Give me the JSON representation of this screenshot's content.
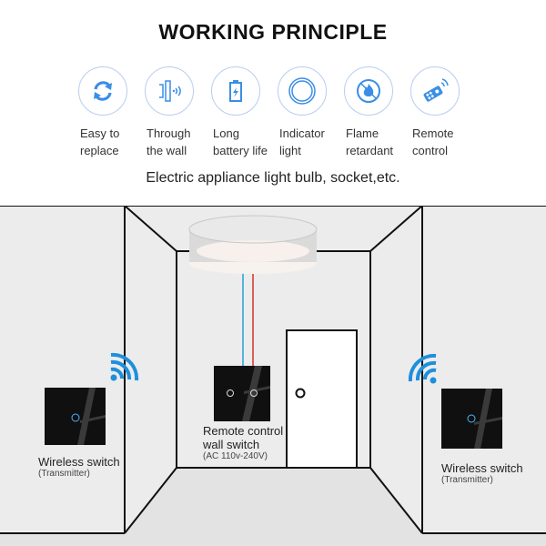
{
  "header": {
    "title": "WORKING  PRINCIPLE",
    "subtitle": "Electric appliance light bulb, socket,etc."
  },
  "features": [
    {
      "icon": "refresh-arrows-icon",
      "line1": "Easy to",
      "line2": "replace"
    },
    {
      "icon": "through-wall-signal-icon",
      "line1": "Through",
      "line2": "the wall"
    },
    {
      "icon": "battery-icon",
      "line1": "Long",
      "line2": "battery life"
    },
    {
      "icon": "indicator-ring-icon",
      "line1": "Indicator",
      "line2": "light"
    },
    {
      "icon": "no-flame-icon",
      "line1": "Flame",
      "line2": "retardant"
    },
    {
      "icon": "remote-control-icon",
      "line1": "Remote",
      "line2": "control"
    }
  ],
  "diagram": {
    "left_switch": {
      "label": "Wireless switch",
      "sublabel": "(Transmitter)"
    },
    "center_switch": {
      "label_line1": "Remote control",
      "label_line2": "wall switch",
      "sublabel": "(AC 110v-240V)"
    },
    "right_switch": {
      "label": "Wireless switch",
      "sublabel": "(Transmitter)"
    },
    "wire_colors": {
      "neutral": "#2a9fd8",
      "live": "#d8312a"
    },
    "accent_color": "#1e8fdc"
  }
}
